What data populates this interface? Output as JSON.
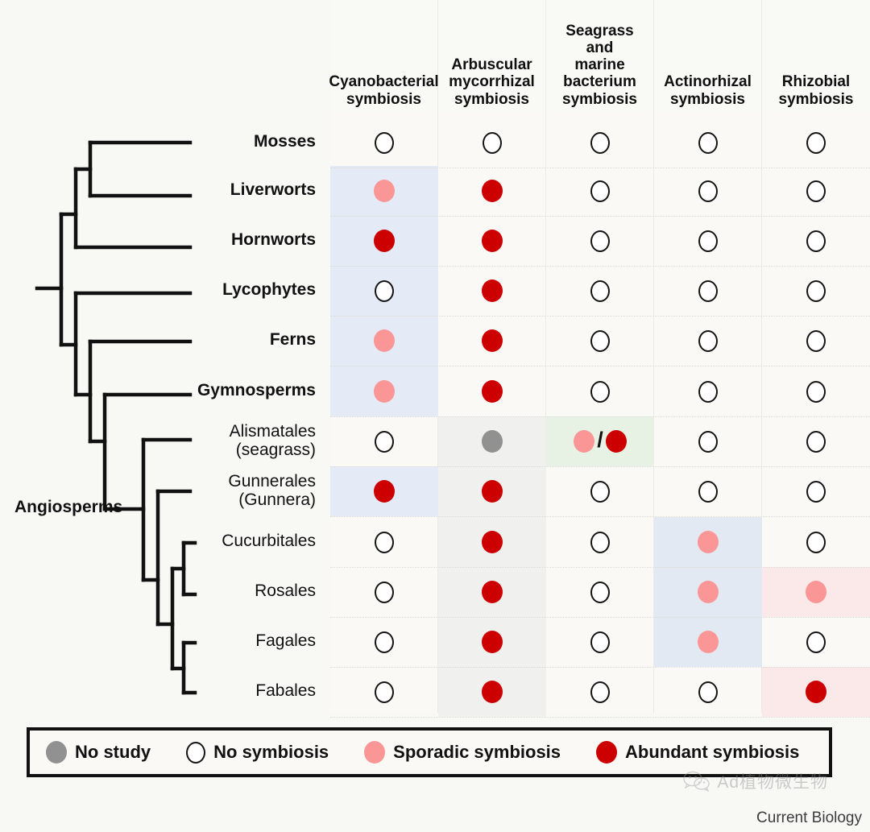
{
  "figure": {
    "background_color": "#f8f8f5",
    "journal_credit": "Current Biology",
    "angiosperms_label": "Angiosperms"
  },
  "columns": [
    {
      "key": "cyanobacterial",
      "label": "Cyanobacterial\nsymbiosis"
    },
    {
      "key": "arbuscular",
      "label": "Arbuscular\nmycorrhizal\nsymbiosis"
    },
    {
      "key": "seagrass",
      "label": "Seagrass\nand\nmarine\nbacterium\nsymbiosis"
    },
    {
      "key": "actinorhizal",
      "label": "Actinorhizal\nsymbiosis"
    },
    {
      "key": "rhizobial",
      "label": "Rhizobial\nsymbiosis"
    }
  ],
  "rows": [
    {
      "label": "Mosses",
      "bold": true,
      "values": [
        "none",
        "none",
        "none",
        "none",
        "none"
      ]
    },
    {
      "label": "Liverworts",
      "bold": true,
      "values": [
        "sporadic",
        "abundant",
        "none",
        "none",
        "none"
      ]
    },
    {
      "label": "Hornworts",
      "bold": true,
      "values": [
        "abundant",
        "abundant",
        "none",
        "none",
        "none"
      ]
    },
    {
      "label": "Lycophytes",
      "bold": true,
      "values": [
        "none",
        "abundant",
        "none",
        "none",
        "none"
      ]
    },
    {
      "label": "Ferns",
      "bold": true,
      "values": [
        "sporadic",
        "abundant",
        "none",
        "none",
        "none"
      ]
    },
    {
      "label": "Gymnosperms",
      "bold": true,
      "values": [
        "sporadic",
        "abundant",
        "none",
        "none",
        "none"
      ]
    },
    {
      "label": "Alismatales\n(seagrass)",
      "bold": false,
      "values": [
        "none",
        "nostudy",
        "sporadic/abundant",
        "none",
        "none"
      ]
    },
    {
      "label": "Gunnerales\n(Gunnera)",
      "bold": false,
      "values": [
        "abundant",
        "abundant",
        "none",
        "none",
        "none"
      ]
    },
    {
      "label": "Cucurbitales",
      "bold": false,
      "values": [
        "none",
        "abundant",
        "none",
        "sporadic",
        "none"
      ]
    },
    {
      "label": "Rosales",
      "bold": false,
      "values": [
        "none",
        "abundant",
        "none",
        "sporadic",
        "sporadic"
      ]
    },
    {
      "label": "Fagales",
      "bold": false,
      "values": [
        "none",
        "abundant",
        "none",
        "sporadic",
        "none"
      ]
    },
    {
      "label": "Fabales",
      "bold": false,
      "values": [
        "none",
        "abundant",
        "none",
        "none",
        "abundant"
      ]
    }
  ],
  "legend": {
    "items": [
      {
        "key": "nostudy",
        "label": "No study",
        "color": "#919191"
      },
      {
        "key": "none",
        "label": "No symbiosis",
        "color": "#ffffff"
      },
      {
        "key": "sporadic",
        "label": "Sporadic symbiosis",
        "color": "#fa9696"
      },
      {
        "key": "abundant",
        "label": "Abundant symbiosis",
        "color": "#cc0000"
      }
    ]
  },
  "watermark": {
    "text": "Ad植物微生物",
    "icon": "wechat-icon"
  }
}
